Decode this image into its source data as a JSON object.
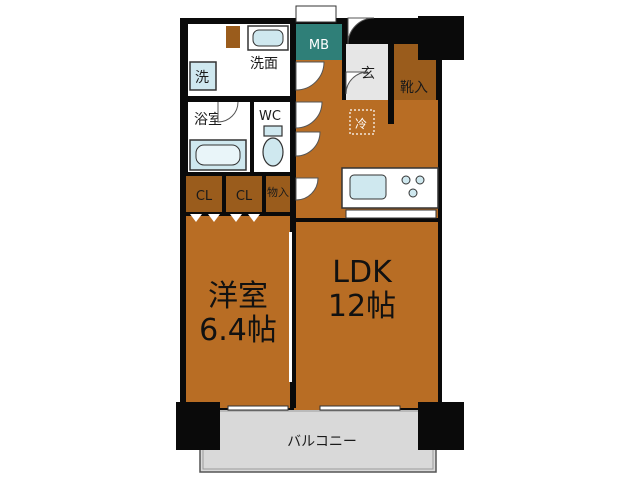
{
  "floorplan": {
    "rooms": {
      "western_room": {
        "name": "洋室",
        "size": "6.4帖"
      },
      "ldk": {
        "name": "LDK",
        "size": "12帖"
      },
      "closet_1": "CL",
      "closet_2": "CL",
      "storage": "物入",
      "washroom": "洗面",
      "washer": "洗",
      "bath": "浴室",
      "toilet": "WC",
      "meter_box": "MB",
      "entrance": "玄",
      "shoe_storage": "靴入",
      "water_heater": "冷",
      "balcony": "バルコニー"
    },
    "colors": {
      "floor_wood": "#b86d24",
      "floor_wet": "#ffffff",
      "wall": "#0a0a0a",
      "balcony": "#d9d9d9",
      "fixture_blue": "#cfe8ef",
      "meter_box": "#2f7f78",
      "closet": "#9a5c1c"
    }
  }
}
